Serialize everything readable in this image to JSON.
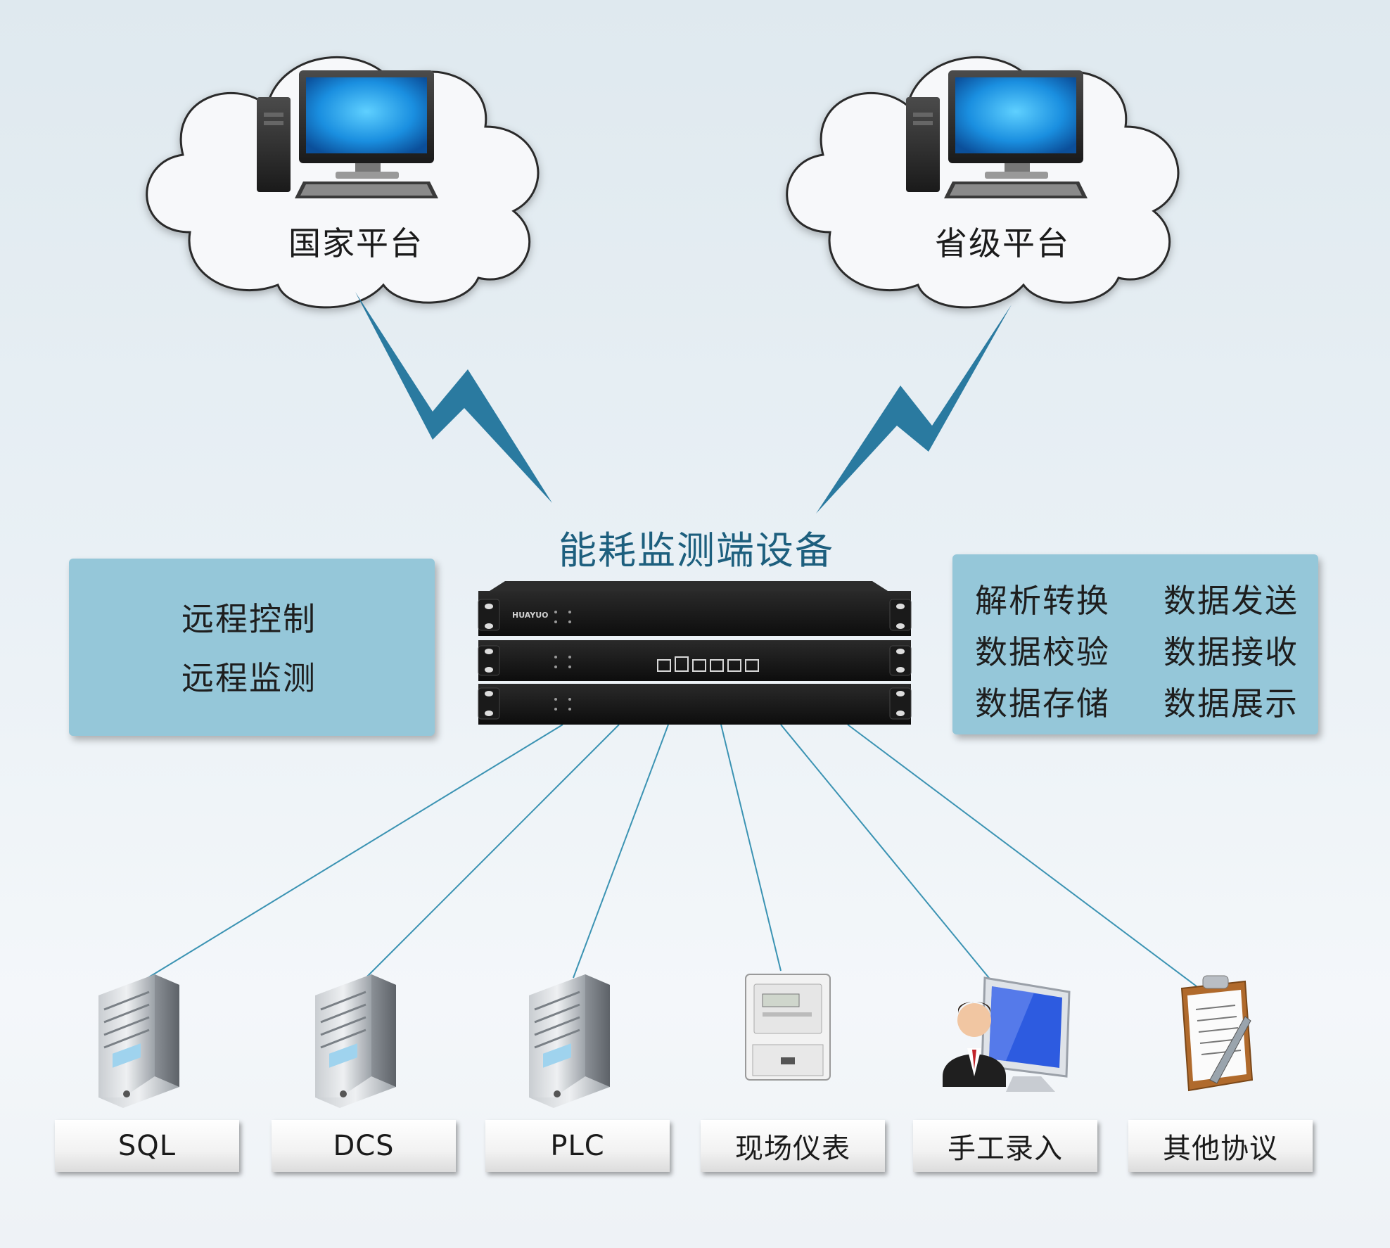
{
  "clouds": {
    "national": "国家平台",
    "provincial": "省级平台"
  },
  "device": {
    "title": "能耗监测端设备",
    "brand": "HUAYUO"
  },
  "left_panel": {
    "items": [
      "远程控制",
      "远程监测"
    ]
  },
  "right_panel": {
    "items": [
      "解析转换",
      "数据发送",
      "数据校验",
      "数据接收",
      "数据存储",
      "数据展示"
    ]
  },
  "sources": {
    "items": [
      "SQL",
      "DCS",
      "PLC",
      "现场仪表",
      "手工录入",
      "其他协议"
    ]
  },
  "colors": {
    "lightning": "#2a7aa0",
    "panel": "#95c7d9",
    "title": "#1d5f7e",
    "link_line": "#3b93b3"
  },
  "icons": [
    "desktop-computer-icon",
    "server-tower-icon",
    "electric-meter-icon",
    "user-computer-icon",
    "clipboard-icon",
    "lightning-icon"
  ]
}
